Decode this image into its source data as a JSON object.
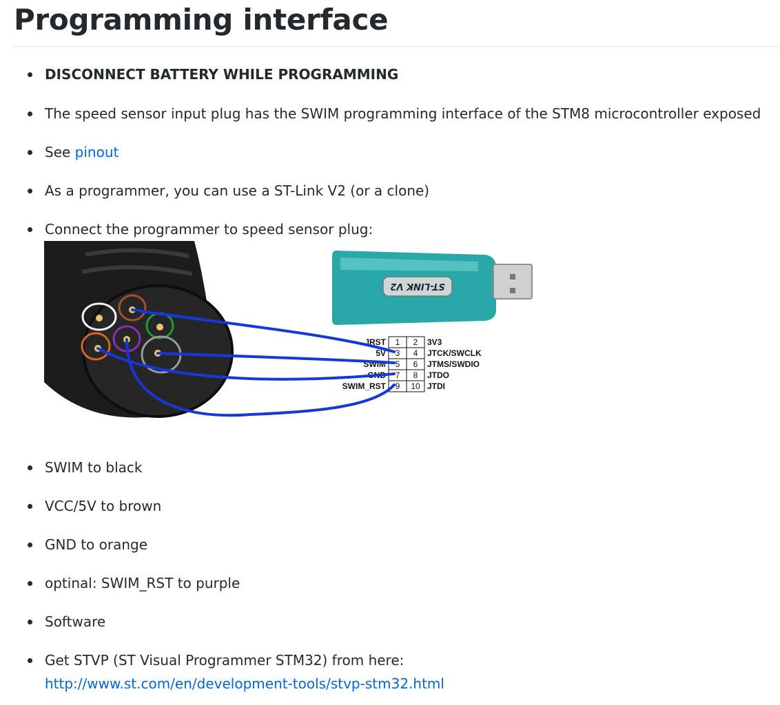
{
  "page_title": "Programming interface",
  "items": [
    {
      "text": "DISCONNECT BATTERY WHILE PROGRAMMING"
    },
    {
      "text": "The speed sensor input plug has the SWIM programming interface of the STM8 microcontroller exposed"
    },
    {
      "prefix": "See ",
      "link": "pinout"
    },
    {
      "text": "As a programmer, you can use a ST-Link V2 (or a clone)"
    },
    {
      "text": "Connect the programmer to speed sensor plug:"
    },
    {
      "text": "SWIM to black"
    },
    {
      "text": "VCC/5V to brown"
    },
    {
      "text": "GND to orange"
    },
    {
      "text": "optinal: SWIM_RST to purple"
    },
    {
      "text": "Software"
    },
    {
      "text": "Get STVP (ST Visual Programmer STM32) from here:",
      "link": "http://www.st.com/en/development-tools/stvp-stm32.html"
    }
  ],
  "figure": {
    "device_label": "ST-LINK V2",
    "header_rows": [
      {
        "left": "JRST",
        "p1": "1",
        "p2": "2",
        "right": "3V3"
      },
      {
        "left": "5V",
        "p1": "3",
        "p2": "4",
        "right": "JTCK/SWCLK"
      },
      {
        "left": "SWIM",
        "p1": "5",
        "p2": "6",
        "right": "JTMS/SWDIO"
      },
      {
        "left": "GND",
        "p1": "7",
        "p2": "8",
        "right": "JTDO"
      },
      {
        "left": "SWIM_RST",
        "p1": "9",
        "p2": "10",
        "right": "JTDI"
      }
    ],
    "colors": {
      "wire": "#1638d8",
      "connector": "#1c1c1c",
      "usb_body": "#2aa7a9",
      "white_ring": "#f2f2f2",
      "brown_ring": "#a0522d",
      "green_ring": "#1f9a3a",
      "orange_ring": "#e0641e",
      "purple_ring": "#8a2fb5",
      "gray_ring": "#9a9a9a"
    }
  }
}
